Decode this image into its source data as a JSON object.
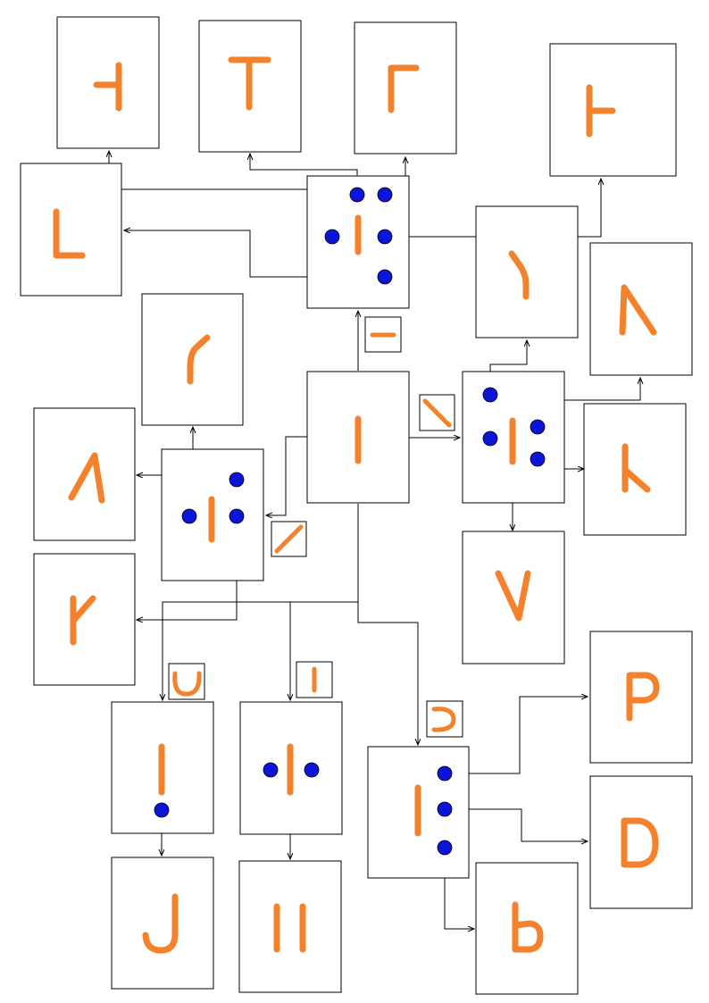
{
  "colors": {
    "glyph": "#f4812b",
    "attach_point": "#0b14d9",
    "box_border": "#000000",
    "connector": "#000000",
    "background": "#ffffff"
  },
  "diagram": {
    "kind": "glyph-derivation-tree",
    "root": "vertical-stroke",
    "derivations": [
      {
        "modifier": "horizontal-stroke",
        "from": "vertical-stroke",
        "to": [
          "left-hook-t",
          "t-shape",
          "gamma-shape",
          "right-tick-t",
          "l-shape"
        ]
      },
      {
        "modifier": "backslash-stroke",
        "from": "vertical-stroke",
        "to": [
          "right-bend",
          "lambda-shape",
          "right-foot-shape",
          "v-shape"
        ]
      },
      {
        "modifier": "slash-stroke",
        "from": "vertical-stroke",
        "to": [
          "left-bend",
          "left-lambda-shape",
          "k-reverse-shape"
        ]
      },
      {
        "modifier": "u-cup-stroke",
        "from": "vertical-stroke",
        "to": [
          "j-shape"
        ]
      },
      {
        "modifier": "short-vertical-stroke",
        "from": "vertical-stroke",
        "to": [
          "double-bar"
        ]
      },
      {
        "modifier": "c-arc-stroke",
        "from": "vertical-stroke",
        "to": [
          "p-shape",
          "d-shape",
          "soft-sign-shape"
        ]
      }
    ]
  }
}
